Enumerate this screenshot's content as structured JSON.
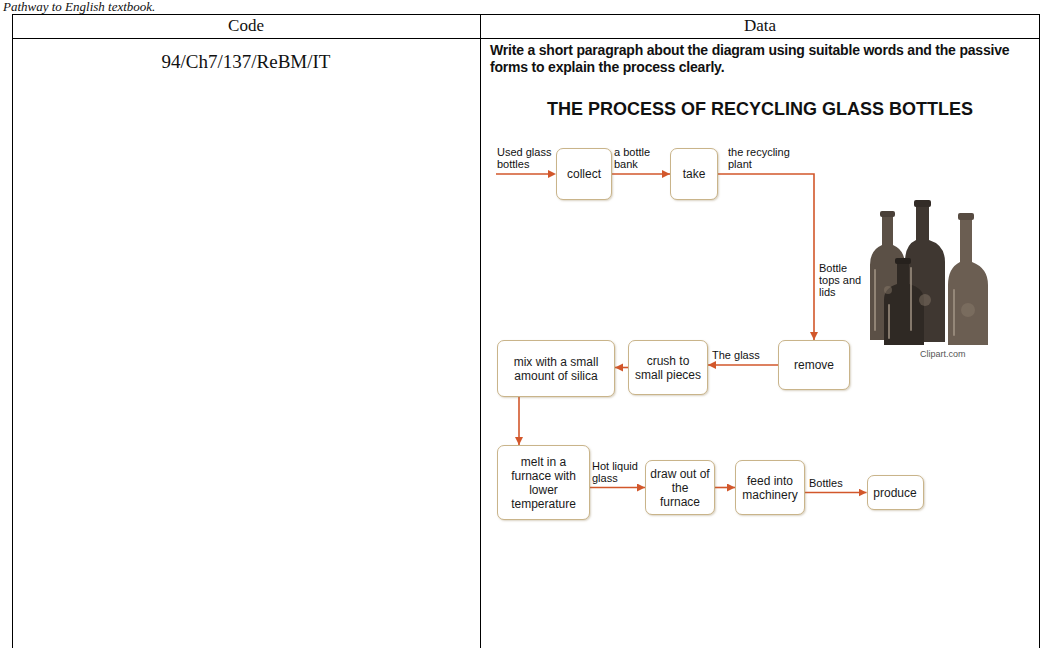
{
  "diagram": {
    "title": "THE PROCESS OF RECYCLING GLASS BOTTLES",
    "nodes": [
      {
        "text": [
          "collect"
        ]
      },
      {
        "text": [
          "take"
        ]
      },
      {
        "text": [
          "remove"
        ]
      },
      {
        "text": [
          "crush to small pieces"
        ]
      },
      {
        "text": [
          "mix with a small amount of silica"
        ]
      },
      {
        "text": [
          "melt in a furnace with lower temperature"
        ]
      },
      {
        "text": [
          "draw out of the furnace"
        ]
      },
      {
        "text": [
          "feed into machinery"
        ]
      },
      {
        "text": [
          "produce"
        ]
      }
    ],
    "edges": [
      {
        "from": 0,
        "to": 1,
        "label": "a bottle bank",
        "arrow": "to"
      },
      {
        "from": 1,
        "to": 2,
        "label": "the recycling plant",
        "arrow": "to"
      },
      {
        "from": 2,
        "to": 3,
        "label": "The glass",
        "arrow": "to"
      },
      {
        "from": 3,
        "to": 4,
        "arrow": "to"
      },
      {
        "from": 4,
        "to": 5,
        "arrow": "to"
      },
      {
        "from": 5,
        "to": 6,
        "label": "Hot liquid glass",
        "arrow": "to"
      },
      {
        "from": 6,
        "to": 7,
        "arrow": "to"
      },
      {
        "from": 7,
        "to": 8,
        "label": "Bottles",
        "arrow": "to"
      }
    ],
    "labels": [
      "Pathway to English textbook.",
      "Code",
      "Data",
      "94/Ch7/137/ReBM/IT",
      "Write a short paragraph about the diagram using suitable words and the passive forms to explain the process clearly.",
      "Used glass bottles",
      "Bottle tops and lids",
      "Clipart.com"
    ]
  }
}
